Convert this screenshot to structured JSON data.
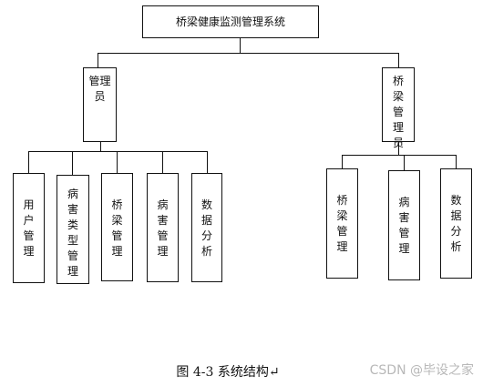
{
  "root": {
    "label": "桥梁健康监测管理系统"
  },
  "admin": {
    "label": "管理员",
    "children": [
      "用户管理",
      "病害类型管理",
      "桥梁管理",
      "病害管理",
      "数据分析"
    ]
  },
  "bridge_admin": {
    "label": "桥梁管理员",
    "children": [
      "桥梁管理",
      "病害管理",
      "数据分析"
    ]
  },
  "caption": "图 4-3  系统结构↵",
  "watermark": "CSDN @毕设之家"
}
